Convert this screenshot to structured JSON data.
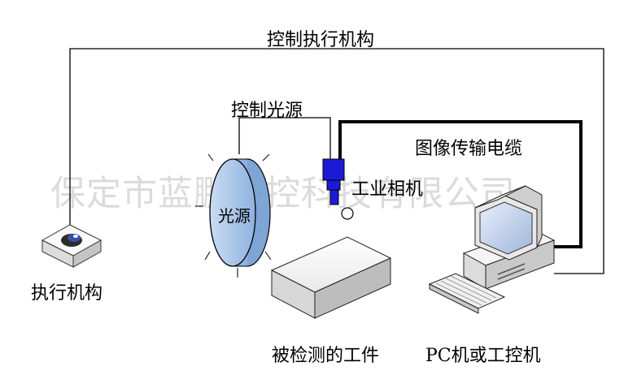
{
  "labels": {
    "control_actuator": "控制执行机构",
    "control_light": "控制光源",
    "image_cable": "图像传输电缆",
    "industrial_camera": "工业相机",
    "light_source": "光源",
    "actuator": "执行机构",
    "workpiece": "被检测的工件",
    "pc": "PC机或工控机"
  },
  "watermark": "保定市蓝鹏测控科技有限公司",
  "colors": {
    "line": "#000000",
    "light_fill": "#a9c7ea",
    "camera_blue": "#1b1bd6",
    "actuator_eye": "#3a4ea8",
    "monitor_screen": "#b8c9e6",
    "box_face": "#f3f3f3"
  }
}
